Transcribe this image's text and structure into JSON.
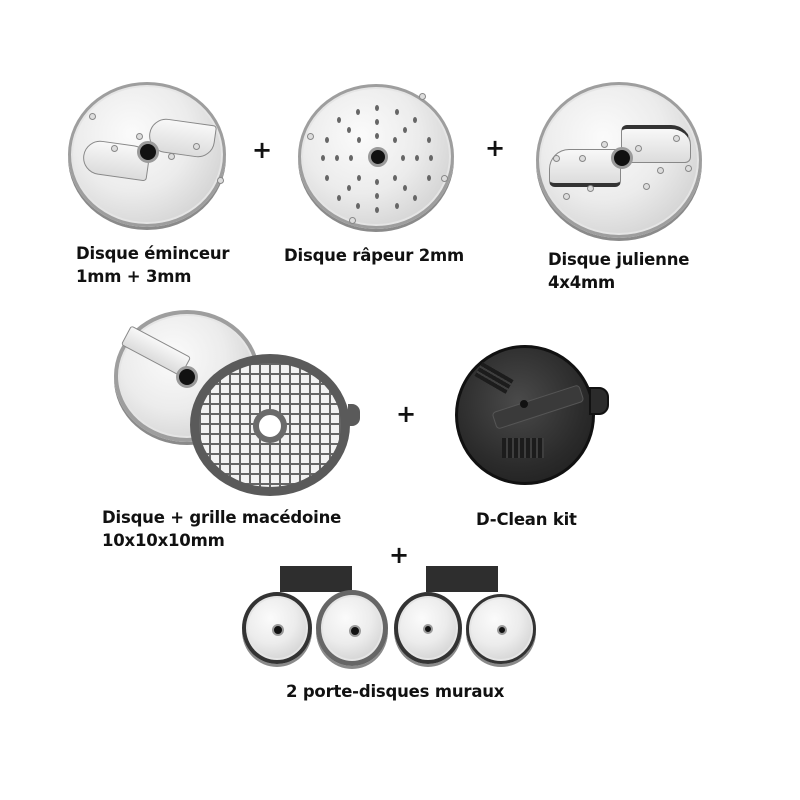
{
  "products": [
    {
      "id": "disque-eminceur",
      "line1": "Disque éminceur",
      "line2": "1mm + 3mm",
      "icon": "slicing-disc-icon"
    },
    {
      "id": "disque-rapeur",
      "line1": "Disque râpeur 2mm",
      "line2": "",
      "icon": "grating-disc-icon"
    },
    {
      "id": "disque-julienne",
      "line1": "Disque julienne",
      "line2": "4x4mm",
      "icon": "julienne-disc-icon"
    },
    {
      "id": "disque-grille-macedoine",
      "line1": "Disque + grille macédoine",
      "line2": "10x10x10mm",
      "icon": "dicing-disc-grid-icon"
    },
    {
      "id": "d-clean-kit",
      "line1": "D-Clean kit",
      "line2": "",
      "icon": "d-clean-kit-icon"
    },
    {
      "id": "porte-disques",
      "line1": "2 porte-disques muraux",
      "line2": "",
      "icon": "wall-disc-holder-icon"
    }
  ],
  "separators": {
    "plus": "+"
  },
  "colors": {
    "background": "#ffffff",
    "text": "#111111",
    "steel": "#d9d9d9",
    "grid_frame": "#5a5a5a",
    "dark_plastic": "#2b2b2b"
  }
}
